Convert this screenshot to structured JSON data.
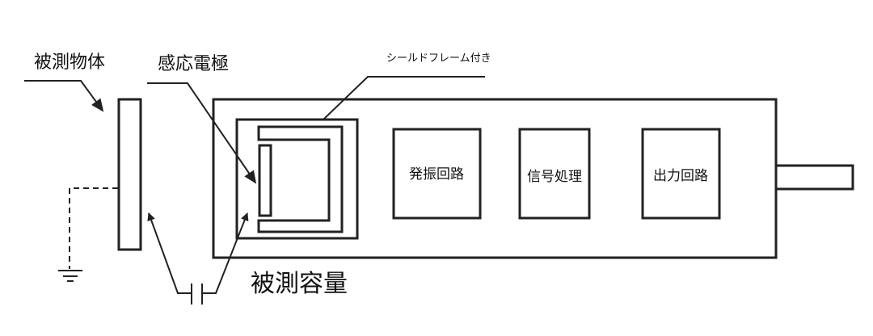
{
  "labels": {
    "target_object": "被測物体",
    "sensing_electrode": "感応電極",
    "shield_frame": "シールドフレーム付き",
    "measured_capacitance": "被測容量"
  },
  "blocks": [
    "発振回路",
    "信号処理",
    "出力回路"
  ],
  "colors": {
    "line": "#222222",
    "background": "#ffffff"
  }
}
